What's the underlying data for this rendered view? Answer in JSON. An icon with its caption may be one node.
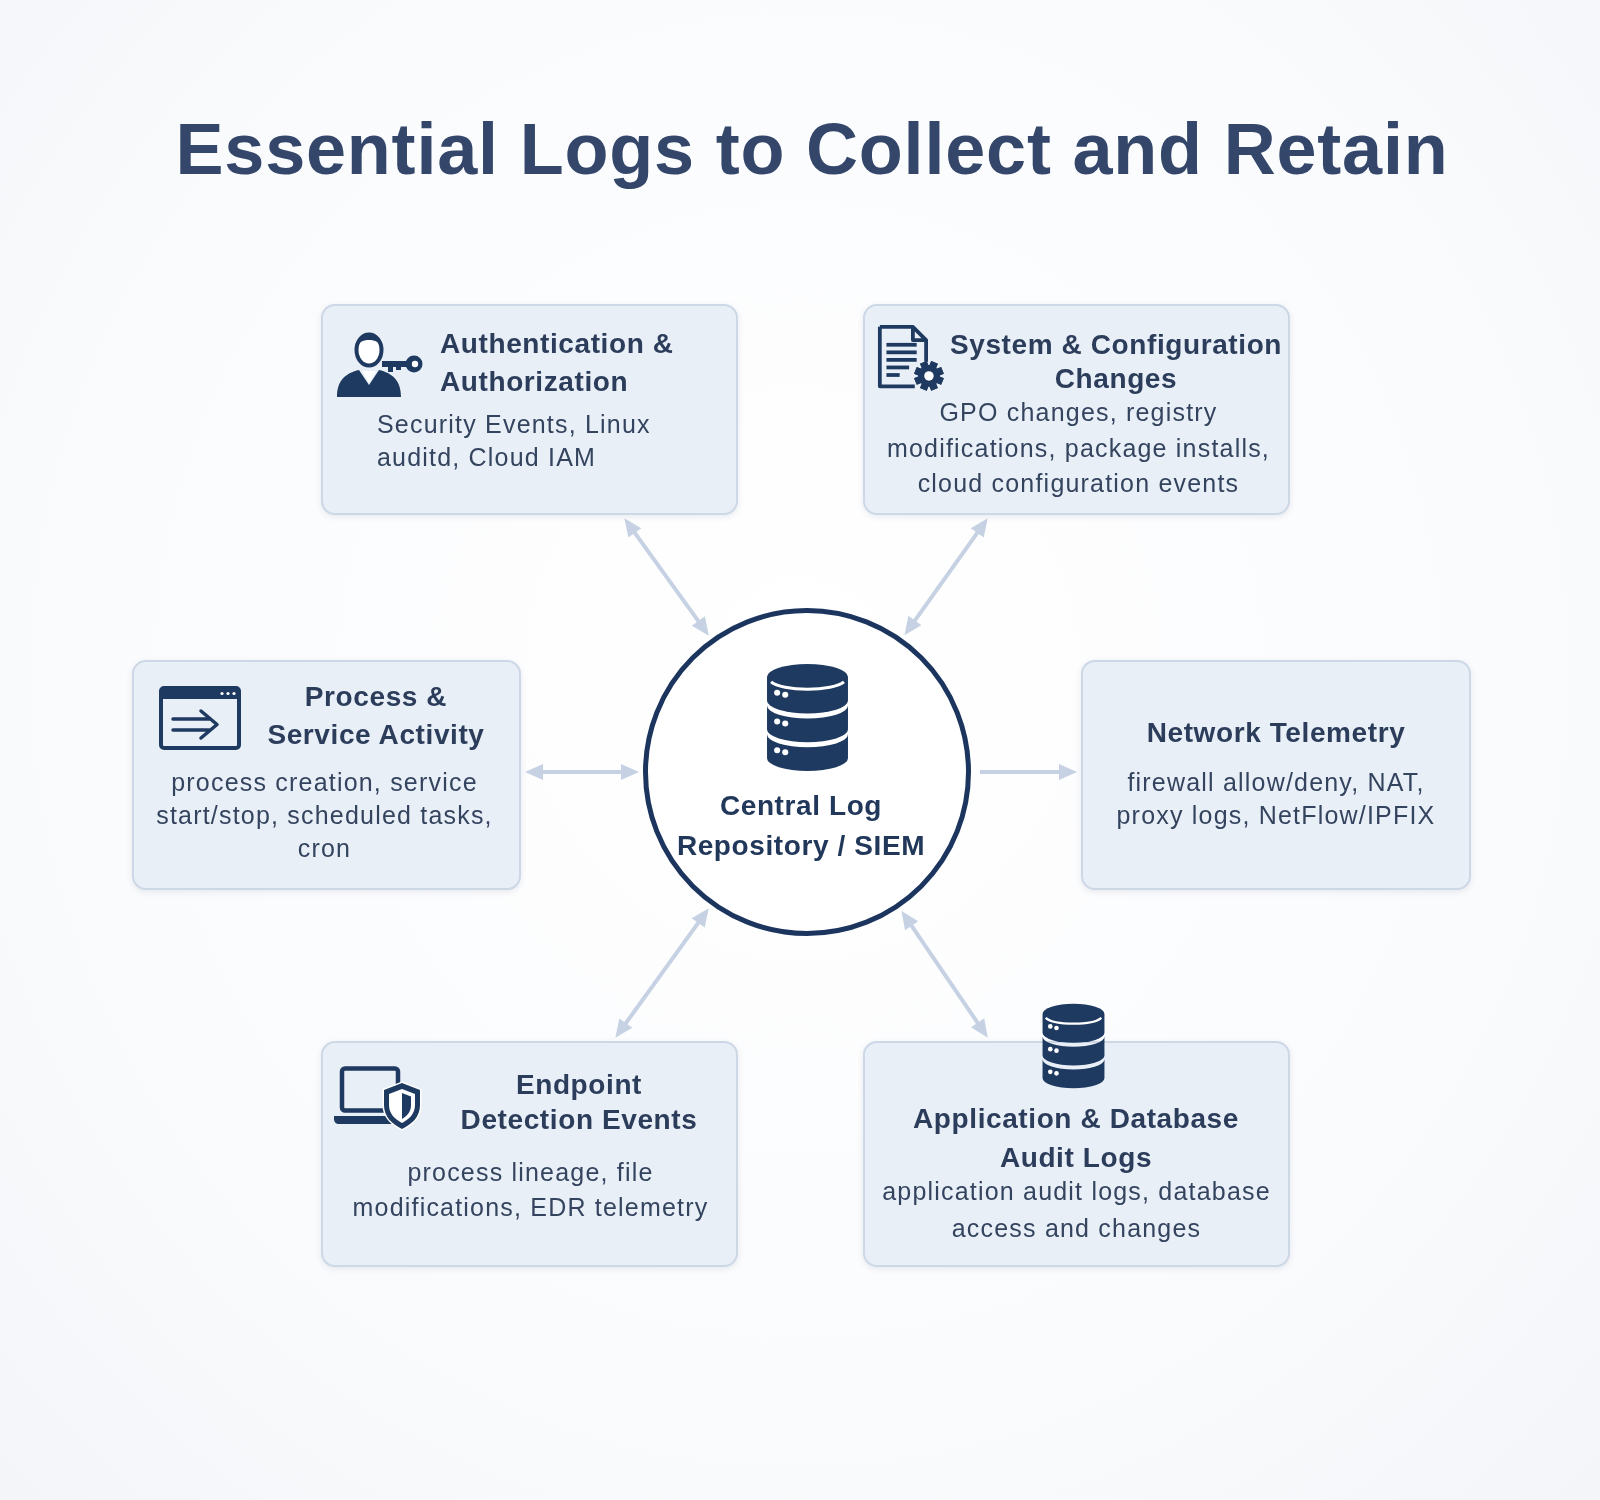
{
  "diagram": {
    "title": "Essential Logs to Collect and Retain",
    "nodes": [
      {
        "text": [
          "Authentication & Authorization",
          "Security Events, Linux auditd, Cloud IAM"
        ]
      },
      {
        "text": [
          "System & Configuration Changes",
          "GPO changes, registry modifications, package installs, cloud configuration events"
        ]
      },
      {
        "text": [
          "Process & Service Activity",
          "process creation, service start/stop, scheduled tasks, cron"
        ]
      },
      {
        "text": [
          "Central Log Repository / SIEM"
        ]
      },
      {
        "text": [
          "Network Telemetry",
          "firewall allow/deny, NAT, proxy logs, NetFlow/IPFIX"
        ]
      },
      {
        "text": [
          "Endpoint Detection Events",
          "process lineage, file modifications, EDR telemetry"
        ]
      },
      {
        "text": [
          "Application & Database Audit Logs",
          "application audit logs, database access and changes"
        ]
      }
    ],
    "edges": [
      {
        "from": 3,
        "to": 0,
        "arrow": "both"
      },
      {
        "from": 3,
        "to": 1,
        "arrow": "both"
      },
      {
        "from": 3,
        "to": 2,
        "arrow": "both"
      },
      {
        "from": 3,
        "to": 4,
        "arrow": "to"
      },
      {
        "from": 3,
        "to": 5,
        "arrow": "both"
      },
      {
        "from": 3,
        "to": 6,
        "arrow": "both"
      }
    ]
  }
}
